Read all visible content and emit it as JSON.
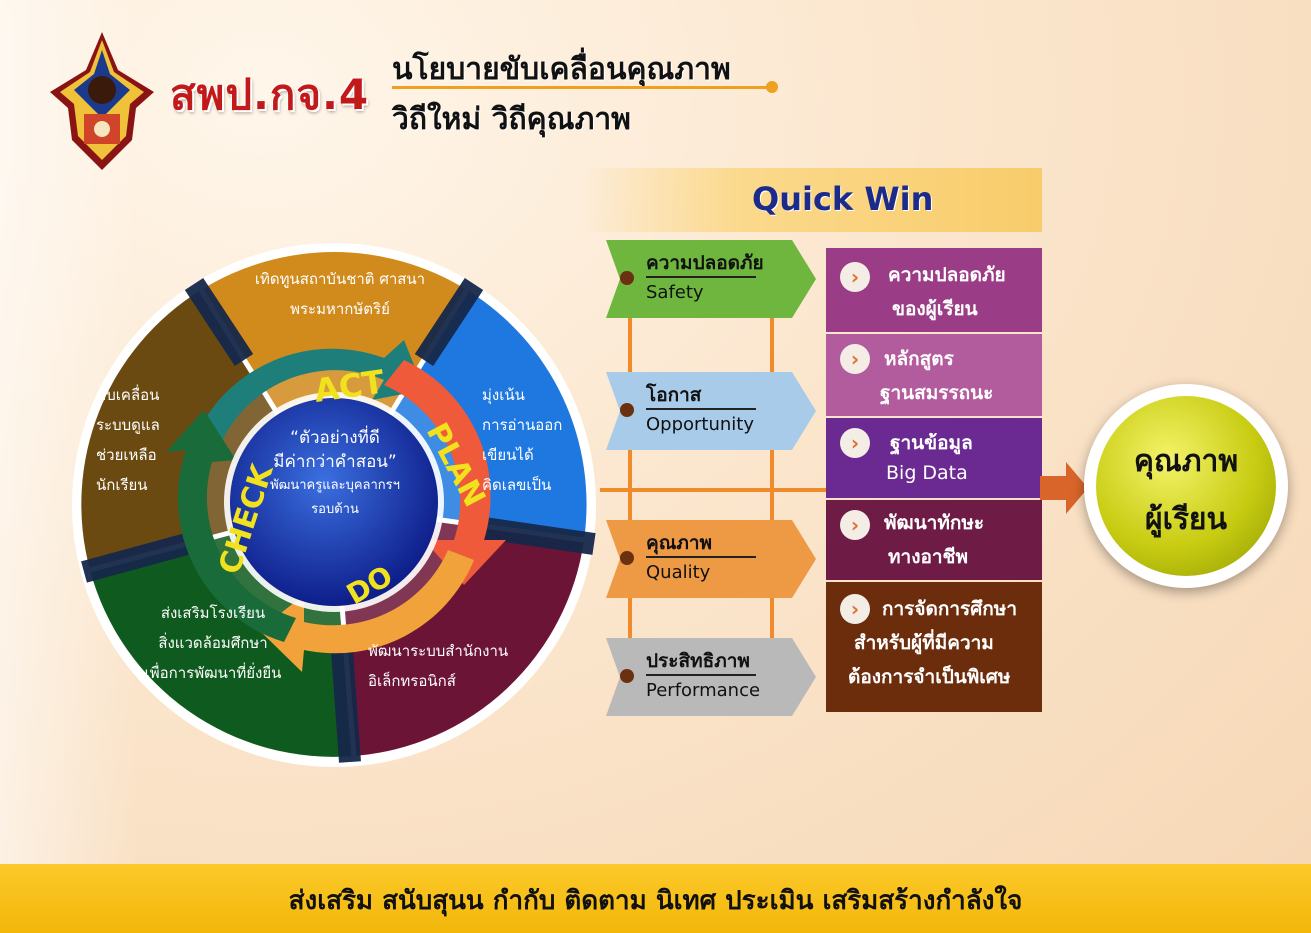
{
  "header": {
    "brand": "สพป.กจ.4",
    "title_line1": "นโยบายขับเคลื่อนคุณภาพ",
    "title_line2": "วิถีใหม่ วิถีคุณภาพ"
  },
  "quick_win": {
    "label": "Quick Win"
  },
  "wheel": {
    "segment_act": [
      "เทิดทูนสถาบันชาติ ศาสนา",
      "พระมหากษัตริย์"
    ],
    "segment_plan": [
      "มุ่งเน้น",
      "การอ่านออก",
      "เขียนได้",
      "คิดเลขเป็น"
    ],
    "segment_do": [
      "พัฒนาระบบสำนักงาน",
      "อิเล็กทรอนิกส์"
    ],
    "segment_check": [
      "ส่งเสริมโรงเรียน",
      "สิ่งแวดล้อมศึกษา",
      "เพื่อการพัฒนาที่ยั่งยืน"
    ],
    "segment_left": [
      "ขับเคลื่อน",
      "ระบบดูแล",
      "ช่วยเหลือ",
      "นักเรียน"
    ],
    "cycle": {
      "act": "ACT",
      "plan": "PLAN",
      "do": "DO",
      "check": "CHECK"
    },
    "center": [
      "“ตัวอย่างที่ดี",
      "มีค่ากว่าคำสอน”",
      "พัฒนาครูและบุคลากรฯ",
      "รอบด้าน"
    ]
  },
  "tags": [
    {
      "th": "ความปลอดภัย",
      "en": "Safety",
      "color": "#6fb63f"
    },
    {
      "th": "โอกาส",
      "en": "Opportunity",
      "color": "#a9cbea"
    },
    {
      "th": "คุณภาพ",
      "en": "Quality",
      "color": "#ee9a45"
    },
    {
      "th": "ประสิทธิภาพ",
      "en": "Performance",
      "color": "#b9b9b9"
    }
  ],
  "stack": [
    {
      "l1": "ความปลอดภัย",
      "l2": "ของผู้เรียน",
      "color": "#9a3d86"
    },
    {
      "l1": "หลักสูตร",
      "l2": "ฐานสมรรถนะ",
      "color": "#b25b9d"
    },
    {
      "l1": "ฐานข้อมูล",
      "l2": "Big Data",
      "color": "#6b2a92"
    },
    {
      "l1": "พัฒนาทักษะ",
      "l2": "ทางอาชีพ",
      "color": "#6e1b45"
    },
    {
      "l1": "การจัดการศึกษา",
      "l2": "สำหรับผู้ที่มีความ",
      "l3": "ต้องการจำเป็นพิเศษ",
      "color": "#6b2d0c"
    }
  ],
  "result": {
    "l1": "คุณภาพ",
    "l2": "ผู้เรียน"
  },
  "footer": "ส่งเสริม สนับสุนน กำกับ ติดตาม นิเทศ ประเมิน เสริมสร้างกำลังใจ"
}
